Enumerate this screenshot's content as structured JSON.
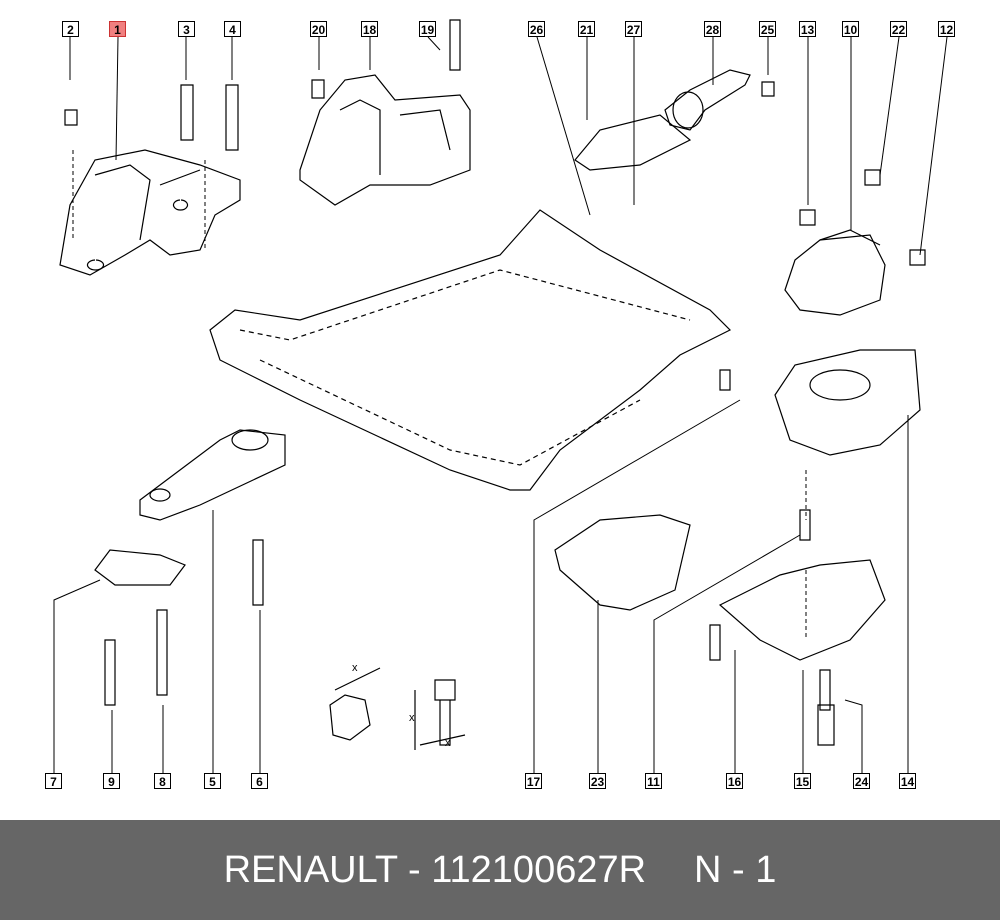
{
  "diagram": {
    "highlighted_part": "1",
    "highlight_color": "#f08080",
    "callouts_top": [
      "2",
      "1",
      "3",
      "4",
      "20",
      "18",
      "19",
      "26",
      "21",
      "27",
      "28",
      "25",
      "13",
      "10",
      "22",
      "12"
    ],
    "callouts_bottom": [
      "7",
      "9",
      "8",
      "5",
      "6",
      "17",
      "23",
      "11",
      "16",
      "15",
      "24",
      "14"
    ],
    "dimension_marks": [
      "x",
      "x",
      "x"
    ]
  },
  "footer": {
    "part_label": "RENAULT - 112100627R",
    "position_label": "N - 1",
    "background": "#666666"
  }
}
